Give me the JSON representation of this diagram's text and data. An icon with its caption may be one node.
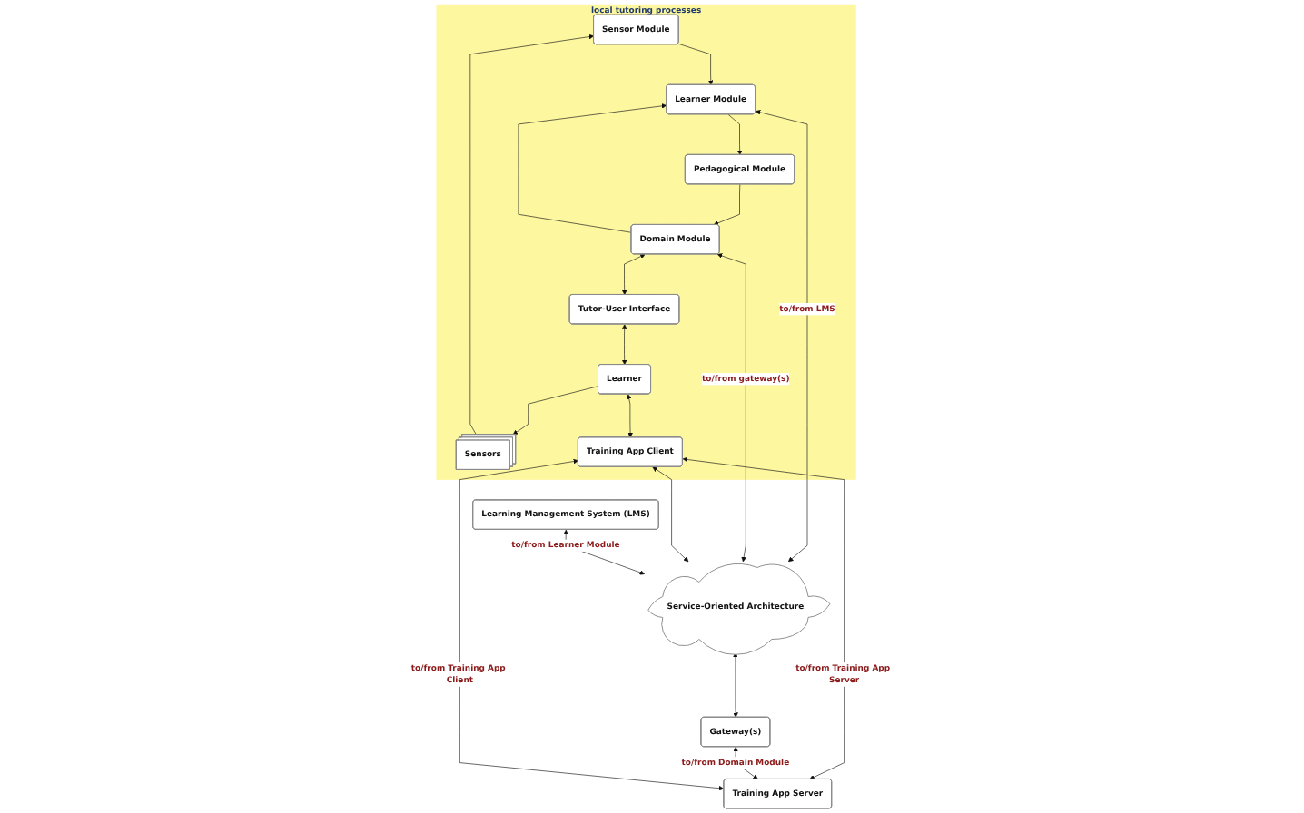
{
  "diagram": {
    "nodes": [
      {
        "text": [
          "local tutoring processes"
        ]
      },
      {
        "text": [
          "Sensor Module"
        ],
        "in": 0
      },
      {
        "text": [
          "Learner Module"
        ],
        "in": 0
      },
      {
        "text": [
          "Pedagogical Module"
        ],
        "in": 0
      },
      {
        "text": [
          "Domain Module"
        ],
        "in": 0
      },
      {
        "text": [
          "Tutor-User Interface"
        ],
        "in": 0
      },
      {
        "text": [
          "Sensors"
        ],
        "in": 0
      },
      {
        "text": [
          "Learner"
        ],
        "in": 0
      },
      {
        "text": [
          "Training App Client"
        ],
        "in": 0
      },
      {
        "text": [
          "Learning Management System (LMS)"
        ]
      },
      {
        "text": [
          "Service-Oriented Architecture"
        ]
      },
      {
        "text": [
          "Gateway(s)"
        ]
      },
      {
        "text": [
          "Training App Server"
        ]
      }
    ],
    "edges": [
      {
        "from": 6,
        "to": 1,
        "arrow": "to"
      },
      {
        "from": 1,
        "to": 2,
        "arrow": "to"
      },
      {
        "from": 2,
        "to": 3,
        "arrow": "to"
      },
      {
        "from": 3,
        "to": 4,
        "arrow": "to"
      },
      {
        "from": 4,
        "to": 2,
        "arrow": "to"
      },
      {
        "from": 4,
        "to": 5,
        "arrow": "both"
      },
      {
        "from": 5,
        "to": 7,
        "arrow": "both"
      },
      {
        "from": 7,
        "to": 6,
        "arrow": "to"
      },
      {
        "from": 7,
        "to": 8,
        "arrow": "both"
      },
      {
        "from": 2,
        "to": 10,
        "label": "to/from LMS",
        "arrow": "both"
      },
      {
        "from": 4,
        "to": 10,
        "label": "to/from gateway(s)",
        "arrow": "both"
      },
      {
        "from": 8,
        "to": 10,
        "arrow": "both"
      },
      {
        "from": 8,
        "to": 12,
        "label": "to/from Training App Server",
        "arrow": "both"
      },
      {
        "from": 12,
        "to": 8,
        "label": "to/from Training App Client",
        "arrow": "both"
      },
      {
        "from": 9,
        "to": 10,
        "label": "to/from Learner Module",
        "arrow": "both"
      },
      {
        "from": 10,
        "to": 11,
        "arrow": "both"
      },
      {
        "from": 11,
        "to": 12,
        "label": "to/from Domain Module",
        "arrow": "both"
      }
    ]
  }
}
